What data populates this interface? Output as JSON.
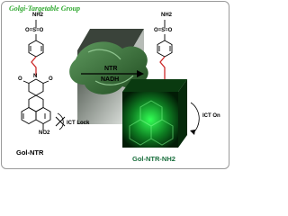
{
  "title": "Golgi-Targetable Group",
  "left_molecule": {
    "amine_label": "NH2",
    "sulfonyl_label": "O=S=O",
    "nitrogen_label": "N",
    "carbonyl_top_label": "O",
    "carbonyl_bottom_label": "O",
    "nitro_label": "NO2",
    "name": "Gol-NTR"
  },
  "right_molecule": {
    "amine_label": "NH2",
    "sulfonyl_label": "O=S=O",
    "name": "Gol-NTR-NH2"
  },
  "reaction": {
    "enzyme": "NTR",
    "cofactor": "NADH"
  },
  "states": {
    "left": "ICT Lock",
    "right": "ICT On"
  },
  "colors": {
    "title": "#2ea82e",
    "linker": "#cc2a2a",
    "enzyme": "#2f6b2f",
    "glow": "#19ff3c"
  }
}
